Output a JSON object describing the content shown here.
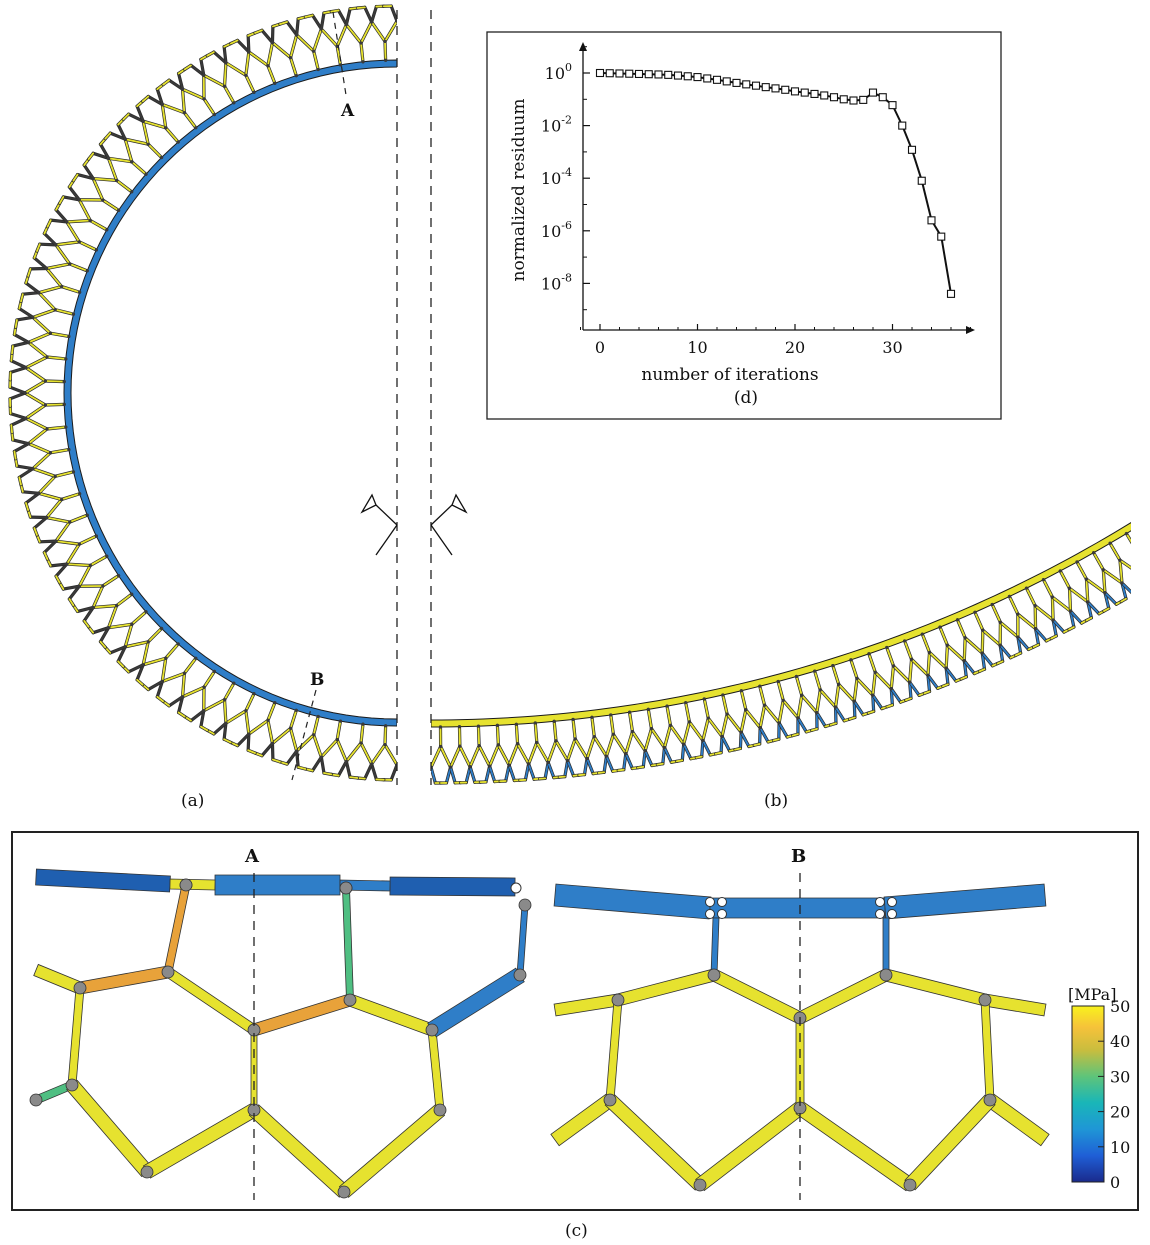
{
  "panels": {
    "a": "(a)",
    "b": "(b)",
    "c": "(c)",
    "d": "(d)"
  },
  "markers": {
    "A": "A",
    "B": "B"
  },
  "colorbar": {
    "unit": "[MPa]",
    "ticks": [
      "50",
      "40",
      "30",
      "20",
      "10",
      "0"
    ]
  },
  "colors": {
    "blue": "#2f7ec8",
    "darkblue": "#1f5fb0",
    "yellow": "#e6e22f",
    "orange": "#e8a23a",
    "green": "#4fbf82",
    "gray": "#8a8a8a",
    "node": "#3a3a3a"
  },
  "chart_data": {
    "type": "line",
    "title": "",
    "xlabel": "number of iterations",
    "ylabel": "normalized residuum",
    "yscale": "log",
    "xlim": [
      -2,
      38
    ],
    "ylim": [
      1e-10,
      10
    ],
    "xticks": [
      "0",
      "10",
      "20",
      "30"
    ],
    "yticks": [
      "10^0",
      "10^-2",
      "10^-4",
      "10^-6",
      "10^-8"
    ],
    "grid": false,
    "x": [
      0,
      1,
      2,
      3,
      4,
      5,
      6,
      7,
      8,
      9,
      10,
      11,
      12,
      13,
      14,
      15,
      16,
      17,
      18,
      19,
      20,
      21,
      22,
      23,
      24,
      25,
      26,
      27,
      28,
      29,
      30,
      31,
      32,
      33,
      34,
      35,
      36
    ],
    "y": [
      1.0,
      0.98,
      0.96,
      0.94,
      0.92,
      0.9,
      0.88,
      0.85,
      0.8,
      0.75,
      0.7,
      0.62,
      0.55,
      0.48,
      0.42,
      0.37,
      0.33,
      0.29,
      0.26,
      0.23,
      0.2,
      0.18,
      0.16,
      0.14,
      0.12,
      0.1,
      0.09,
      0.095,
      0.18,
      0.12,
      0.06,
      0.01,
      0.0012,
      8e-05,
      2.5e-06,
      6e-07,
      4e-09
    ]
  }
}
